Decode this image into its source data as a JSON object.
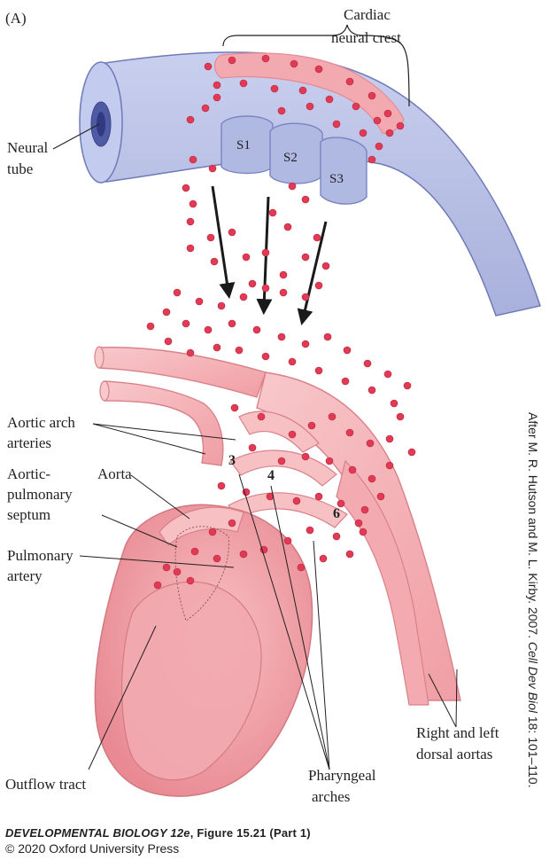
{
  "panel_label": "(A)",
  "labels": {
    "cardiac_neural_crest_line1": "Cardiac",
    "cardiac_neural_crest_line2": "neural crest",
    "neural_tube_line1": "Neural",
    "neural_tube_line2": "tube",
    "s1": "S1",
    "s2": "S2",
    "s3": "S3",
    "aortic_arch_arteries_line1": "Aortic arch",
    "aortic_arch_arteries_line2": "arteries",
    "aortic_pulmonary_septum_line1": "Aortic-",
    "aortic_pulmonary_septum_line2": "pulmonary",
    "aortic_pulmonary_septum_line3": "septum",
    "aorta": "Aorta",
    "pulmonary_artery_line1": "Pulmonary",
    "pulmonary_artery_line2": "artery",
    "outflow_tract": "Outflow tract",
    "pharyngeal_arches_line1": "Pharyngeal",
    "pharyngeal_arches_line2": "arches",
    "dorsal_aortas_line1": "Right and left",
    "dorsal_aortas_line2": "dorsal aortas",
    "arch_3": "3",
    "arch_4": "4",
    "arch_6": "6"
  },
  "caption": {
    "book_prefix": "DEVELOPMENTAL BIOLOGY 12e",
    "figure": ", Figure 15.21 (Part 1)",
    "copyright": "© 2020 Oxford University Press"
  },
  "credit": {
    "prefix": "After M. R. Hutson and M. L. Kirby. 2007. ",
    "journal": "Cell Dev Biol",
    "suffix": " 18: 101–110."
  },
  "colors": {
    "neural_tube_fill": "#b9c1e3",
    "neural_tube_edge": "#6f7bb8",
    "crest_band": "#f2aab0",
    "cells": "#e03a55",
    "vessel_fill": "#f6b9bc",
    "vessel_edge": "#d98189",
    "heart_fill": "#f4a6ab",
    "arrow": "#1a1a1a"
  }
}
